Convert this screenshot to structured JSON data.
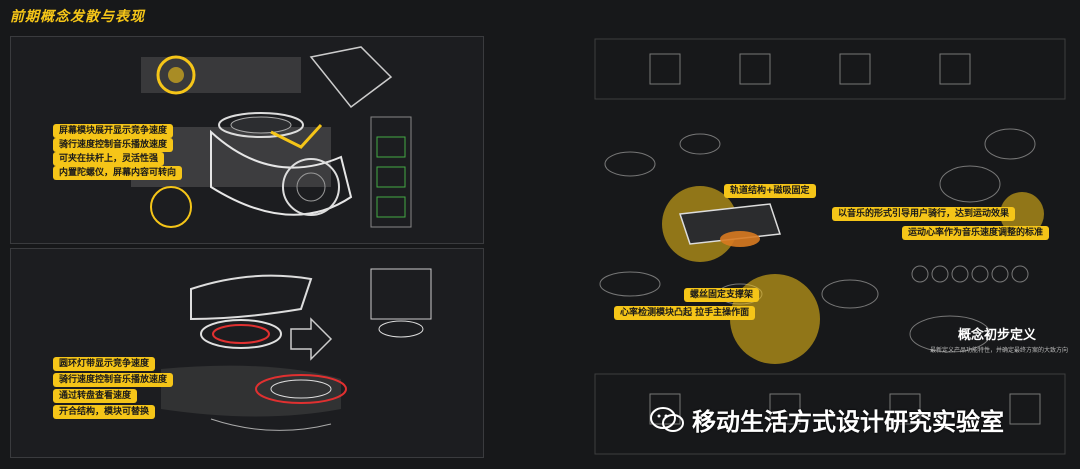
{
  "title": "前期概念发散与表现",
  "top_panel": {
    "tags": [
      "屏幕模块展开显示竞争速度",
      "骑行速度控制音乐播放速度",
      "可夹在扶杆上，灵活性强",
      "内置陀螺仪，屏幕内容可转向"
    ]
  },
  "bottom_panel": {
    "tags": [
      "圆环灯带显示竞争速度",
      "骑行速度控制音乐播放速度",
      "通过转盘查看速度",
      "开合结构，模块可替换"
    ]
  },
  "right_panel": {
    "tags": [
      "轨道结构+磁吸固定",
      "以音乐的形式引导用户骑行，达到运动效果",
      "运动心率作为音乐速度调整的标准",
      "螺丝固定支撑架",
      "心率检测模块凸起  拉手主操作面"
    ],
    "heading": "概念初步定义",
    "subheading": "最新定义产品功能特性，并确定最终方案的大致方向"
  },
  "watermark": {
    "text": "移动生活方式设计研究实验室",
    "icon": "wechat-icon"
  },
  "colors": {
    "accent": "#f5c518",
    "background": "#17181a"
  }
}
